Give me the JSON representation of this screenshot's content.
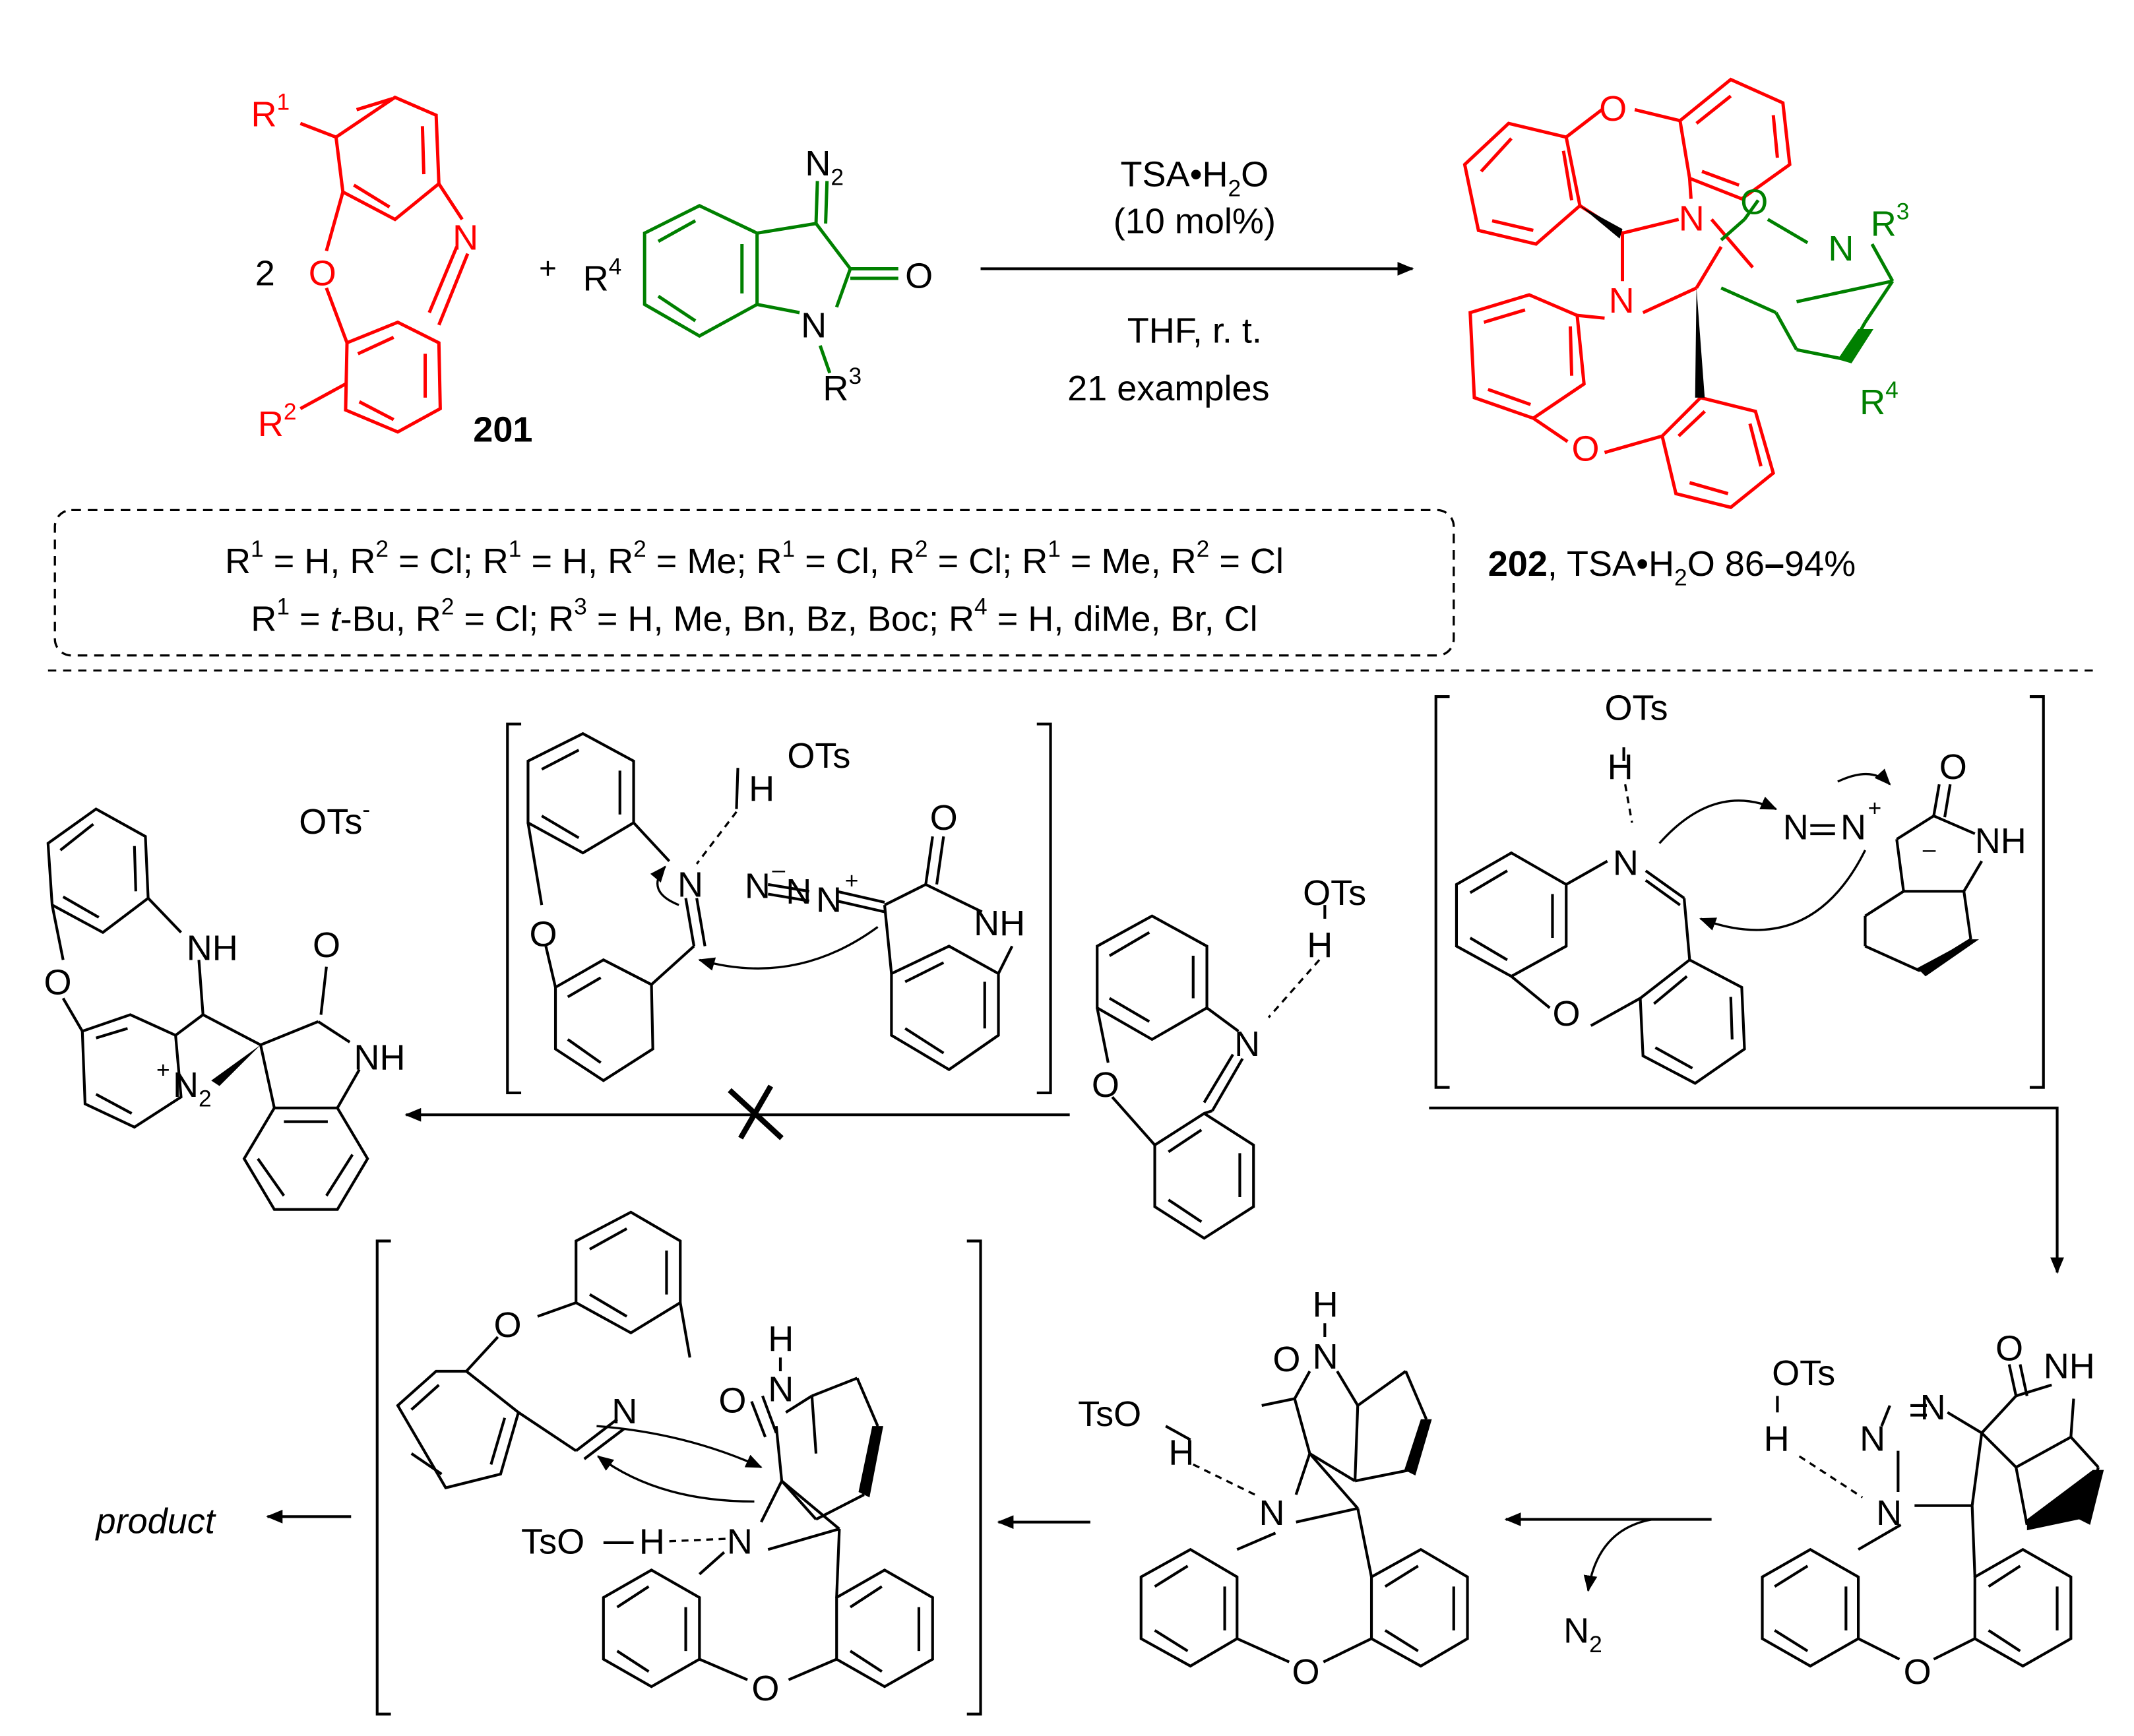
{
  "colors": {
    "black": "#000000",
    "reactant_imine": "#ff0000",
    "reactant_diazo": "#008000"
  },
  "reaction": {
    "coefficient": "2",
    "plus": "+",
    "reactant1": {
      "label": "201",
      "atoms": {
        "N": "N",
        "O": "O"
      },
      "substituents": {
        "r1": "R",
        "r1_sup": "1",
        "r2": "R",
        "r2_sup": "2"
      }
    },
    "reactant2": {
      "atoms": {
        "N2": "N",
        "N2_sub": "2",
        "O": "O",
        "N": "N"
      },
      "substituents": {
        "r4": "R",
        "r4_sup": "4",
        "r3": "R",
        "r3_sup": "3"
      }
    },
    "conditions": {
      "catalyst_prefix": "TSA•H",
      "catalyst_sub": "2",
      "catalyst_suffix": "O",
      "loading": "(10 mol%)",
      "solvent_temp": "THF,  r.  t.",
      "examples": "21 examples"
    },
    "product": {
      "atoms": {
        "O_top": "O",
        "N_top": "N",
        "O_carbonyl": "O",
        "N_amide": "N",
        "N_mid": "N",
        "O_bottom": "O"
      },
      "substituents": {
        "r3": "R",
        "r3_sup": "3",
        "r4": "R",
        "r4_sup": "4"
      },
      "label": "202",
      "yield_prefix": ", TSA•H",
      "yield_sub": "2",
      "yield_suffix": "O 86",
      "yield_dash": "–",
      "yield_end": "94%"
    }
  },
  "substituent_box": {
    "line1": [
      {
        "t": "R"
      },
      {
        "sup": "1"
      },
      {
        "t": " = H, R"
      },
      {
        "sup": "2"
      },
      {
        "t": " = Cl; R"
      },
      {
        "sup": "1"
      },
      {
        "t": " = H, R"
      },
      {
        "sup": "2"
      },
      {
        "t": " = Me; R"
      },
      {
        "sup": "1"
      },
      {
        "t": " = Cl, R"
      },
      {
        "sup": "2"
      },
      {
        "t": " = Cl; R"
      },
      {
        "sup": "1"
      },
      {
        "t": " = Me, R"
      },
      {
        "sup": "2"
      },
      {
        "t": " = Cl"
      }
    ],
    "line2": [
      {
        "t": "R"
      },
      {
        "sup": "1"
      },
      {
        "t": " = "
      },
      {
        "it": "t"
      },
      {
        "t": "-Bu, R"
      },
      {
        "sup": "2"
      },
      {
        "t": " = Cl; R"
      },
      {
        "sup": "3"
      },
      {
        "t": " = H, Me, Bn, Bz, Boc; R"
      },
      {
        "sup": "4"
      },
      {
        "t": " = H, diMe, Br, Cl"
      }
    ]
  },
  "mechanism": {
    "center": {
      "OTs": "OTs",
      "H": "H",
      "N": "N",
      "O": "O"
    },
    "failed_path": {
      "counterion": "OTs",
      "counterion_charge": "-",
      "atoms": {
        "NH": "NH",
        "O": "O",
        "O_carbonyl": "O",
        "NH_lactam": "NH",
        "N2": "N",
        "N2_sub": "2",
        "plus": "+"
      }
    },
    "bracket_left": {
      "atoms": {
        "OTs": "OTs",
        "H": "H",
        "N": "N",
        "O": "O",
        "N_minus": "N",
        "minus": "–",
        "N_eq": "N",
        "N_plus": "N",
        "plus": "+",
        "O_carbonyl": "O",
        "NH": "NH"
      }
    },
    "bracket_right": {
      "atoms": {
        "OTs": "OTs",
        "H": "H",
        "N": "N",
        "O": "O",
        "N_term": "N",
        "N_plus": "N",
        "plus": "+",
        "minus": "–",
        "O_carbonyl": "O",
        "NH": "NH"
      }
    },
    "triazoline": {
      "atoms": {
        "OTs": "OTs",
        "H": "H",
        "N1": "N",
        "N2": "N",
        "N3": "N",
        "O": "O",
        "NH": "NH",
        "O_bottom": "O"
      }
    },
    "loss": {
      "N": "N",
      "sub": "2"
    },
    "aziridine": {
      "atoms": {
        "TsO": "TsO",
        "H": "H",
        "N": "N",
        "O_carbonyl": "O",
        "NH_H": "H",
        "NH_N": "N",
        "O_bottom": "O"
      }
    },
    "bracket_bottom": {
      "atoms": {
        "O_top": "O",
        "N_imine": "N",
        "H_lactam": "H",
        "N_lactam": "N",
        "O_carbonyl": "O",
        "TsO": "TsO",
        "H": "H",
        "N": "N",
        "O_bottom": "O"
      }
    },
    "final": {
      "label": "product"
    }
  }
}
